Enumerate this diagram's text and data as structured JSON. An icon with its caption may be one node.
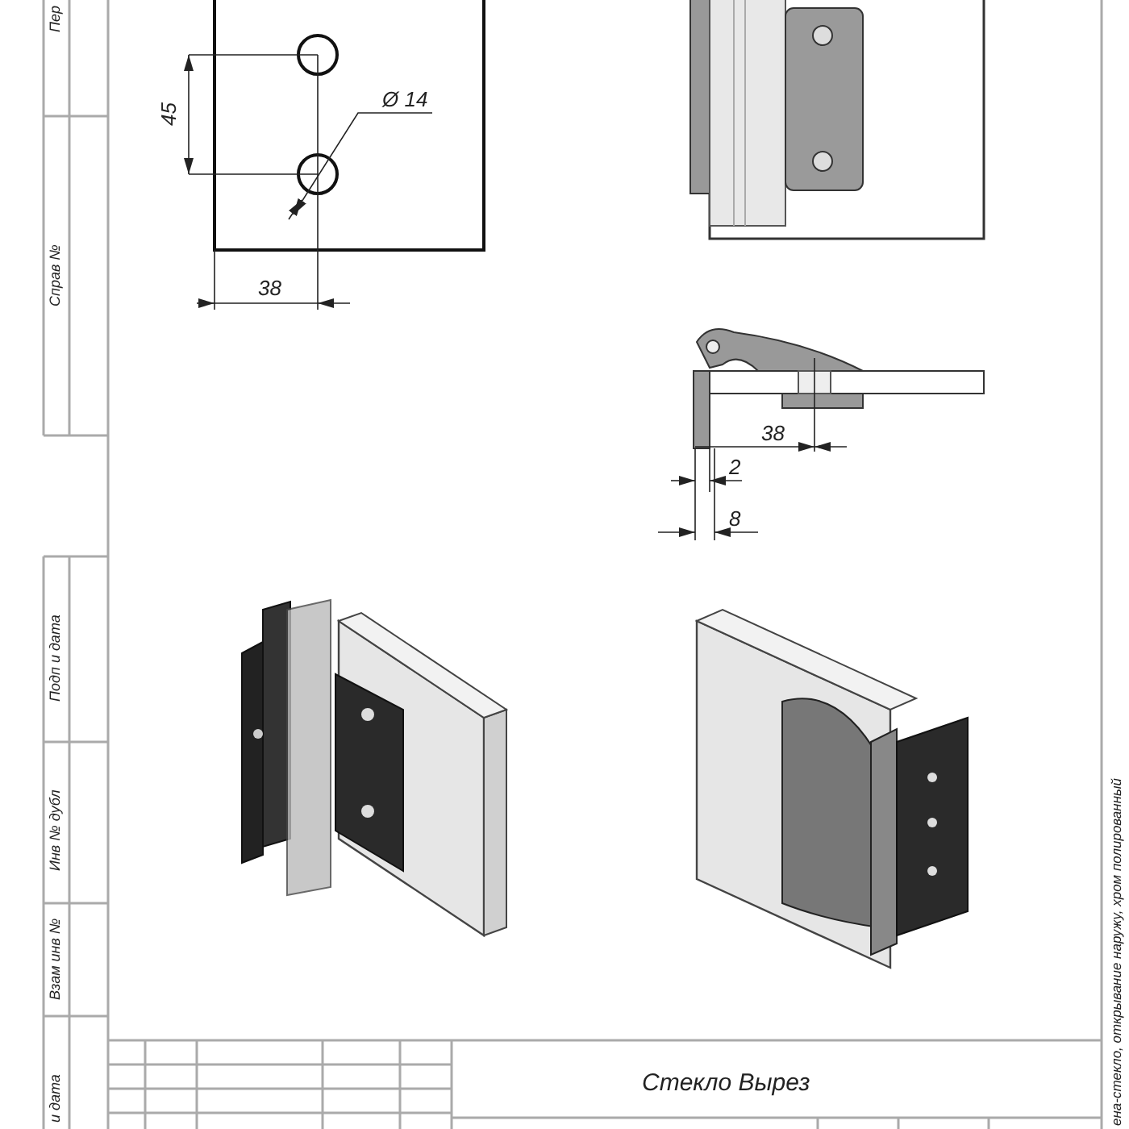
{
  "diagram": {
    "labels": [
      "Пер",
      "Справ №",
      "Подп и дата",
      "Инв № дубл",
      "Взам инв №",
      "и дата",
      "45",
      "Ø 14",
      "38",
      "38",
      "2",
      "8",
      "Стекло Вырез",
      "ена-стекло, открывание наружу, хром полированный"
    ]
  }
}
